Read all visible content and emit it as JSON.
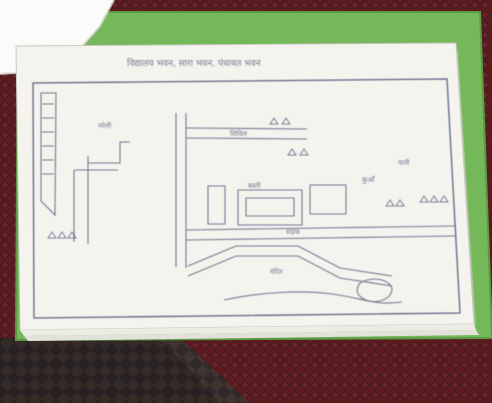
{
  "scene": {
    "description_visible_only": true,
    "colors": {
      "carpet_base": "#5e1a1c",
      "carpet_pattern": "#2c2a32",
      "green_board": "#74b85a",
      "paper": "#f4f3ee",
      "pencil": "#4a4f72",
      "white_sheet": "#fbfbfa"
    }
  },
  "sketch": {
    "header_line": "विद्यालय भवन, सारा भवन, पंचायत भवन",
    "labels": [
      "नरेली",
      "सिविल",
      "पानी",
      "बस्ती",
      "कुआँ",
      "मंदिर",
      "सड़क"
    ]
  }
}
